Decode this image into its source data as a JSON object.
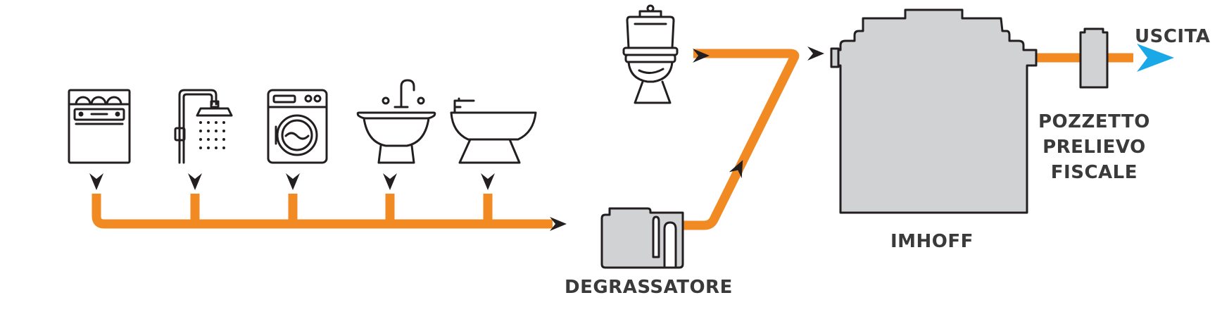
{
  "labels": {
    "degrassatore": "DEGRASSATORE",
    "imhoff": "IMHOFF",
    "uscita": "USCITA",
    "pozzetto": [
      "POZZETTO",
      "PRELIEVO",
      "FISCALE"
    ]
  },
  "colors": {
    "pipe": "#f28a24",
    "tank": "#d1d2d4",
    "outline": "#231f20",
    "arrow": "#231f20",
    "exit_arrow": "#1aa9e6",
    "text": "#3a3a3a"
  },
  "icons": {
    "appliances": [
      "dishwasher-icon",
      "shower-icon",
      "washing-machine-icon",
      "washbasin-icon",
      "bidet-icon"
    ],
    "toilet": "toilet-icon"
  }
}
